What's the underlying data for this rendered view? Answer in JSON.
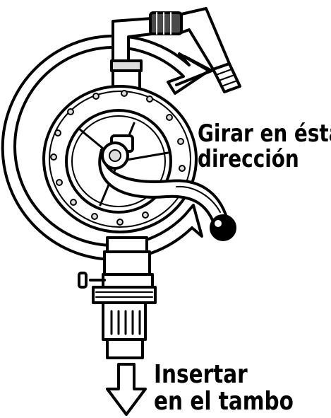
{
  "labels": {
    "rotate_line1": "Girar en ésta",
    "rotate_line2": "dirección",
    "insert_line1": "Insertar",
    "insert_line2": "en el tambo"
  },
  "icons": {
    "rotation_arrow": "curved-arrow-clockwise-icon",
    "insert_arrow": "down-arrow-outline-icon"
  },
  "colors": {
    "stroke": "#000000",
    "fill": "#ffffff",
    "shade": "#dcdcdc",
    "dark_fill": "#4a4a4a"
  }
}
